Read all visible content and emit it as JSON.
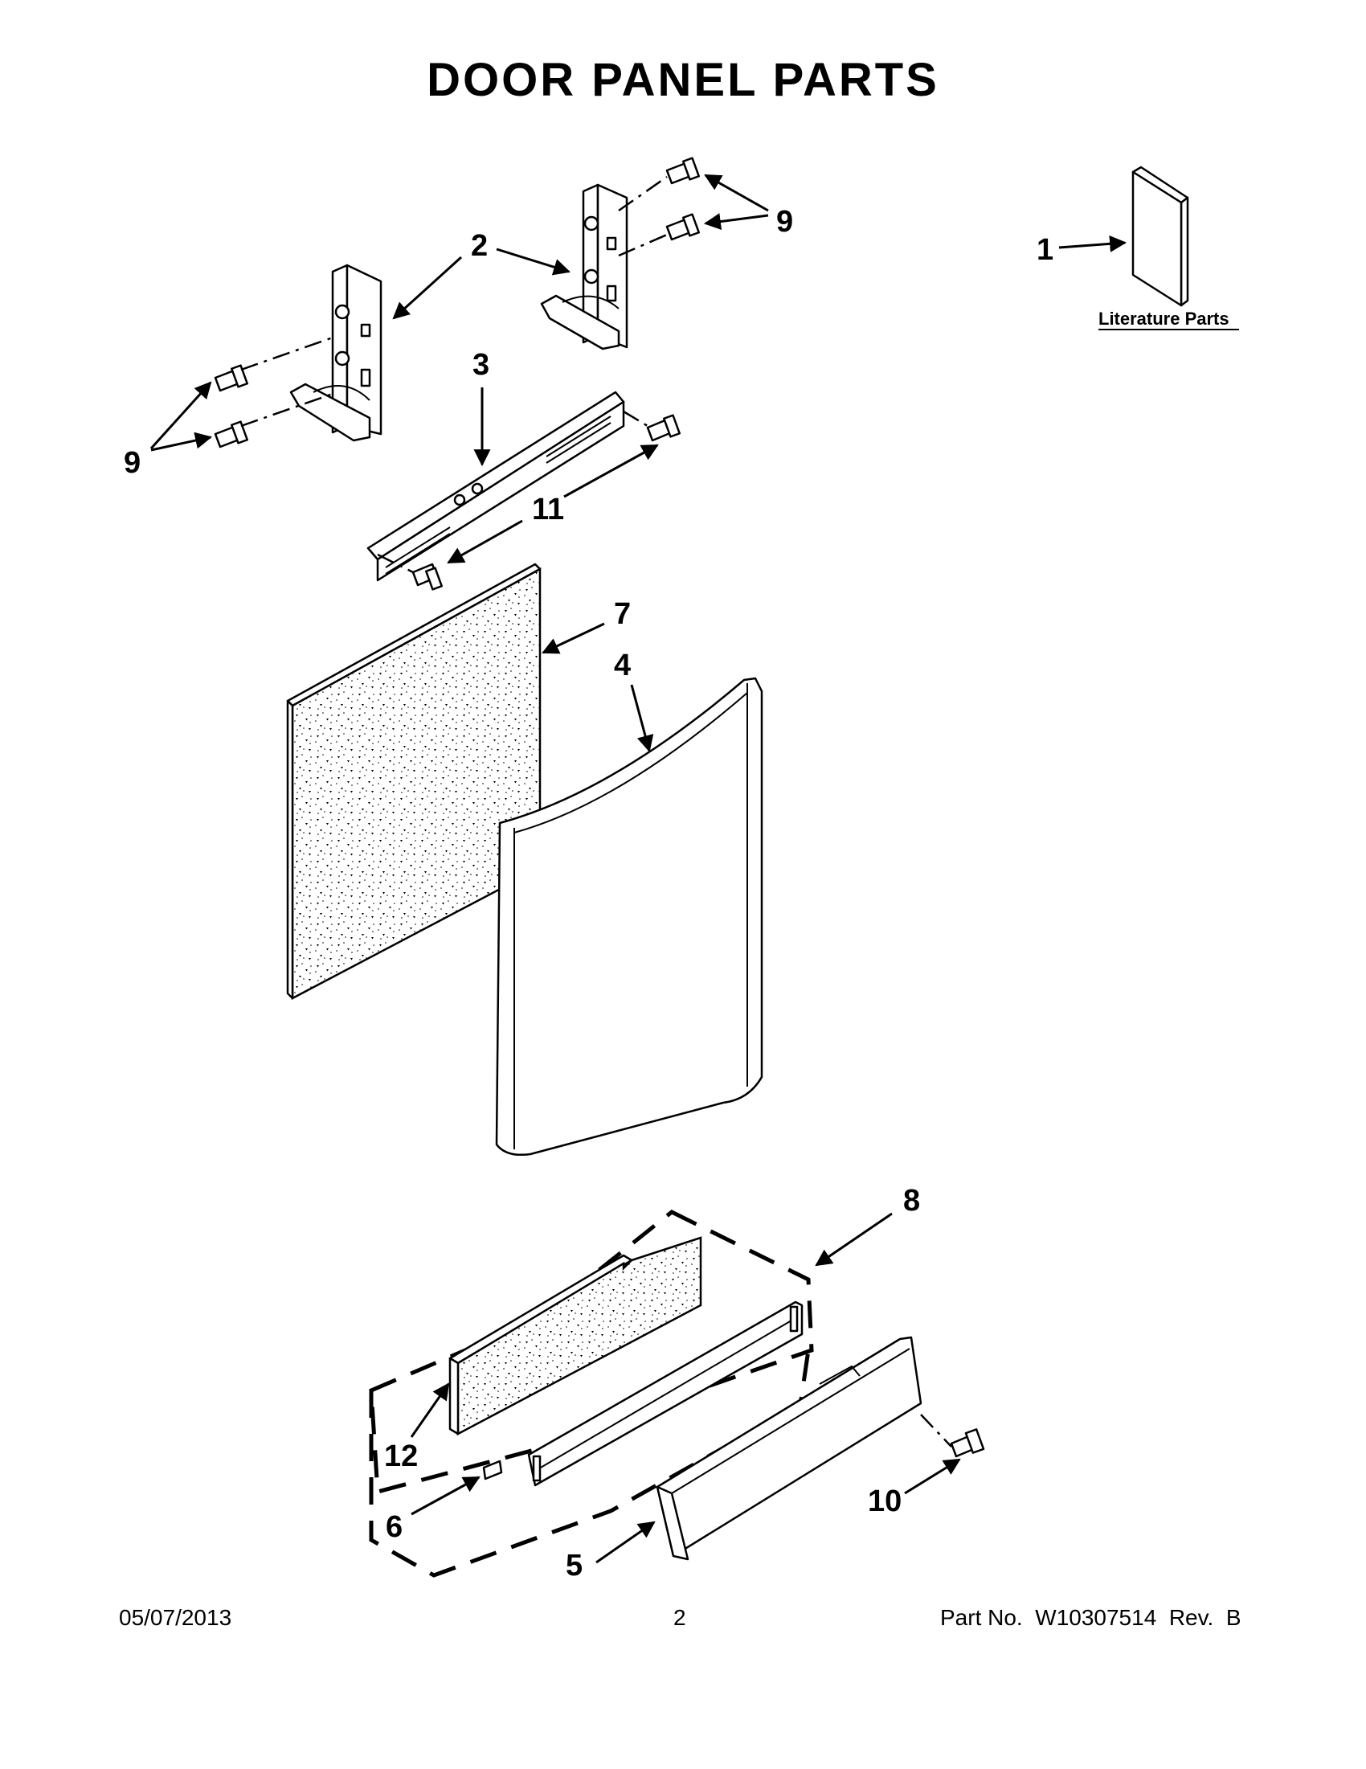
{
  "title": "DOOR PANEL PARTS",
  "literature_label": "Literature Parts",
  "callouts": {
    "c1": "1",
    "c2": "2",
    "c3": "3",
    "c4": "4",
    "c5": "5",
    "c6": "6",
    "c7": "7",
    "c8": "8",
    "c9a": "9",
    "c9b": "9",
    "c10": "10",
    "c11": "11",
    "c12": "12"
  },
  "footer": {
    "date": "05/07/2013",
    "page": "2",
    "part_no": "Part No.  W10307514  Rev.  B"
  }
}
